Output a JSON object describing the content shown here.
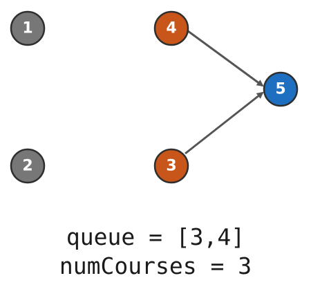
{
  "colors": {
    "processed": "#777777",
    "in_queue": "#c8561a",
    "current": "#1f6fc0",
    "stroke": "#2e2e2e",
    "edge": "#555555"
  },
  "graph": {
    "nodes": [
      {
        "id": "1",
        "label": "1",
        "state": "processed"
      },
      {
        "id": "2",
        "label": "2",
        "state": "processed"
      },
      {
        "id": "3",
        "label": "3",
        "state": "in_queue"
      },
      {
        "id": "4",
        "label": "4",
        "state": "in_queue"
      },
      {
        "id": "5",
        "label": "5",
        "state": "current"
      }
    ],
    "edges": [
      {
        "from": "4",
        "to": "5"
      },
      {
        "from": "3",
        "to": "5"
      }
    ]
  },
  "state": {
    "queue_text": "queue = [3,4]",
    "num_courses_text": "numCourses = 3"
  }
}
